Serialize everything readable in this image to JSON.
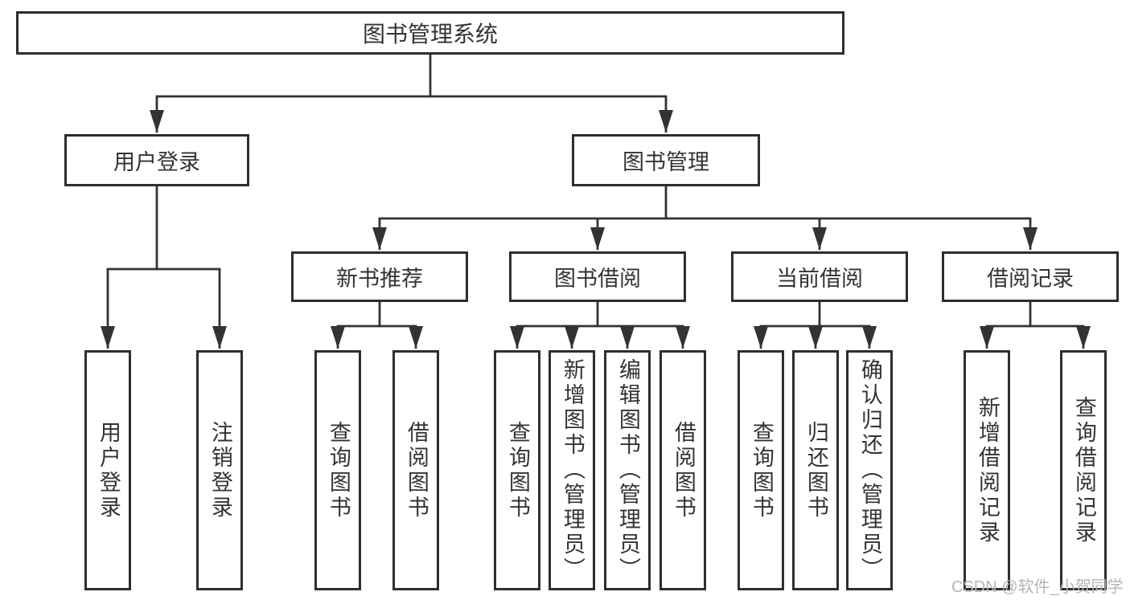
{
  "diagram": {
    "title": "图书管理系统",
    "branches": [
      {
        "label": "用户登录",
        "children": [
          "用户登录",
          "注销登录"
        ]
      },
      {
        "label": "图书管理",
        "sections": [
          {
            "label": "新书推荐",
            "children": [
              "查询图书",
              "借阅图书"
            ]
          },
          {
            "label": "图书借阅",
            "children": [
              "查询图书",
              "新增图书（管理员）",
              "编辑图书（管理员）",
              "借阅图书"
            ]
          },
          {
            "label": "当前借阅",
            "children": [
              "查询图书",
              "归还图书",
              "确认归还（管理员）"
            ]
          },
          {
            "label": "借阅记录",
            "children": [
              "新增借阅记录",
              "查询借阅记录"
            ]
          }
        ]
      }
    ]
  },
  "watermark": {
    "text": "CSDN @软件_小贺同学"
  },
  "colors": {
    "line": "#333333",
    "box_border": "#2e2e2e",
    "text": "#333333",
    "watermark_text": "#b5b5b5",
    "background": "#ffffff"
  }
}
